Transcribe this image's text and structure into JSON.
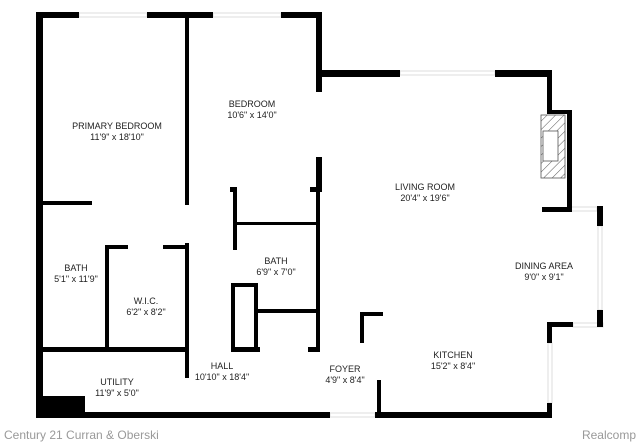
{
  "rooms": [
    {
      "name": "PRIMARY BEDROOM",
      "size": "11'9\" x 18'10\""
    },
    {
      "name": "BEDROOM",
      "size": "10'6\" x 14'0\""
    },
    {
      "name": "LIVING ROOM",
      "size": "20'4\" x 19'6\""
    },
    {
      "name": "DINING AREA",
      "size": "9'0\" x 9'1\""
    },
    {
      "name": "BATH",
      "size": "5'1\" x 11'9\""
    },
    {
      "name": "W.I.C.",
      "size": "6'2\" x 8'2\""
    },
    {
      "name": "BATH",
      "size": "6'9\" x 7'0\""
    },
    {
      "name": "HALL",
      "size": "10'10\" x 18'4\""
    },
    {
      "name": "UTILITY",
      "size": "11'9\" x 5'0\""
    },
    {
      "name": "FOYER",
      "size": "4'9\" x 8'4\""
    },
    {
      "name": "KITCHEN",
      "size": "15'2\" x 8'4\""
    }
  ],
  "footer": {
    "left": "Century 21 Curran & Oberski",
    "right": "Realcomp"
  },
  "colors": {
    "wall": "#000000",
    "window": "#dddddd",
    "text": "#222222",
    "footer": "#999999"
  }
}
